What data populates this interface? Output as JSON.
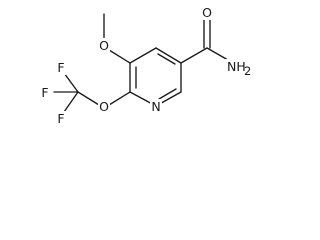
{
  "molecule": {
    "atom_labels": {
      "amide_oxygen": "O",
      "amide_nitrogen": "NH",
      "amide_nitrogen_subscript": "2",
      "methoxy_oxygen": "O",
      "ring_nitrogen": "N",
      "ether_oxygen": "O",
      "fluorine_top": "F",
      "fluorine_left": "F",
      "fluorine_bottom": "F"
    }
  }
}
